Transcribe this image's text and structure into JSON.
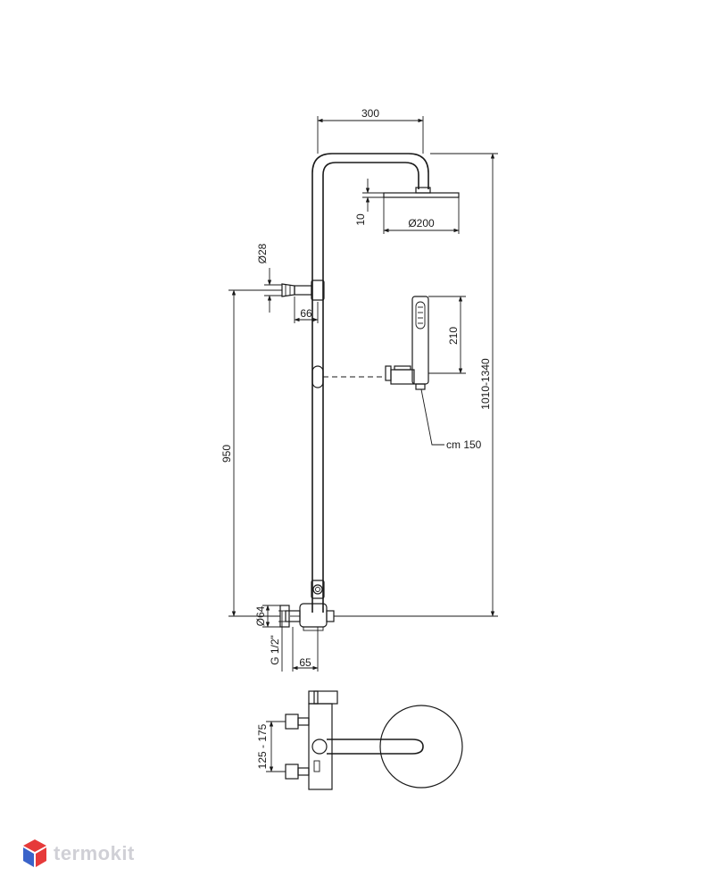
{
  "dimensions": {
    "arm_width": "300",
    "head_diameter": "Ø200",
    "head_thickness": "10",
    "bracket_diameter": "Ø28",
    "bracket_offset": "66",
    "handshower_length": "210",
    "hose_length": "cm 150",
    "bracket_to_inlet": "950",
    "total_height": "1010-1340",
    "mixer_diameter": "Ø64",
    "inlet_thread": "G 1/2\"",
    "mixer_offset": "65",
    "inlet_spacing": "125 - 175"
  },
  "logo": {
    "text": "termokit",
    "colors": [
      "#e63a3a",
      "#3a63c9",
      "#d0d0d6"
    ]
  }
}
